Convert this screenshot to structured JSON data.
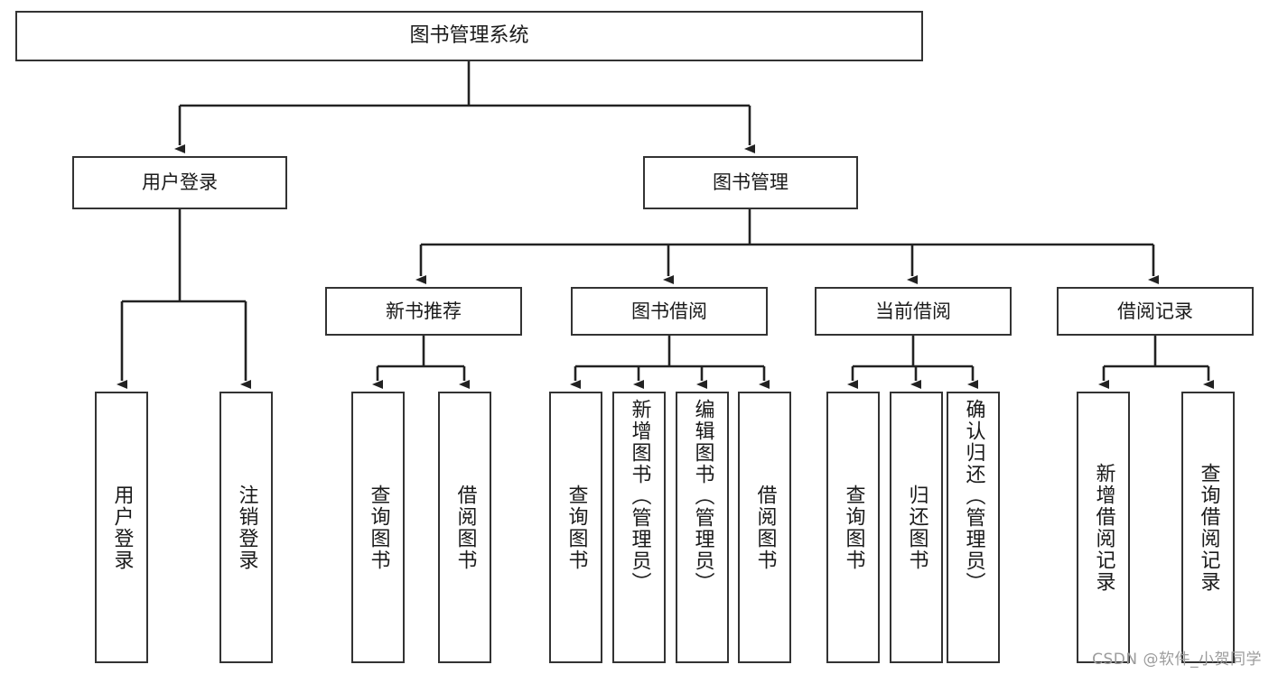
{
  "diagram": {
    "title": "图书管理系统",
    "type": "tree-hierarchy-diagram",
    "watermark": "CSDN @软件_小贺同学",
    "colors": {
      "box_border": "#333333",
      "box_fill": "#ffffff",
      "connector": "#222222",
      "text": "#1a1a1a",
      "watermark": "#9c9c9c"
    },
    "root": {
      "label": "图书管理系统"
    },
    "level1": [
      {
        "label": "用户登录"
      },
      {
        "label": "图书管理"
      }
    ],
    "level2": [
      {
        "label": "新书推荐"
      },
      {
        "label": "图书借阅"
      },
      {
        "label": "当前借阅"
      },
      {
        "label": "借阅记录"
      }
    ],
    "leaves": {
      "user_login": [
        {
          "label": "用户登录"
        },
        {
          "label": "注销登录"
        }
      ],
      "new_book_recommend": [
        {
          "label": "查询图书"
        },
        {
          "label": "借阅图书"
        }
      ],
      "book_borrow": [
        {
          "label": "查询图书"
        },
        {
          "label": "新增图书（管理员）"
        },
        {
          "label": "编辑图书（管理员）"
        },
        {
          "label": "借阅图书"
        }
      ],
      "current_borrow": [
        {
          "label": "查询图书"
        },
        {
          "label": "归还图书"
        },
        {
          "label": "确认归还（管理员）"
        }
      ],
      "borrow_record": [
        {
          "label": "新增借阅记录"
        },
        {
          "label": "查询借阅记录"
        }
      ]
    }
  }
}
